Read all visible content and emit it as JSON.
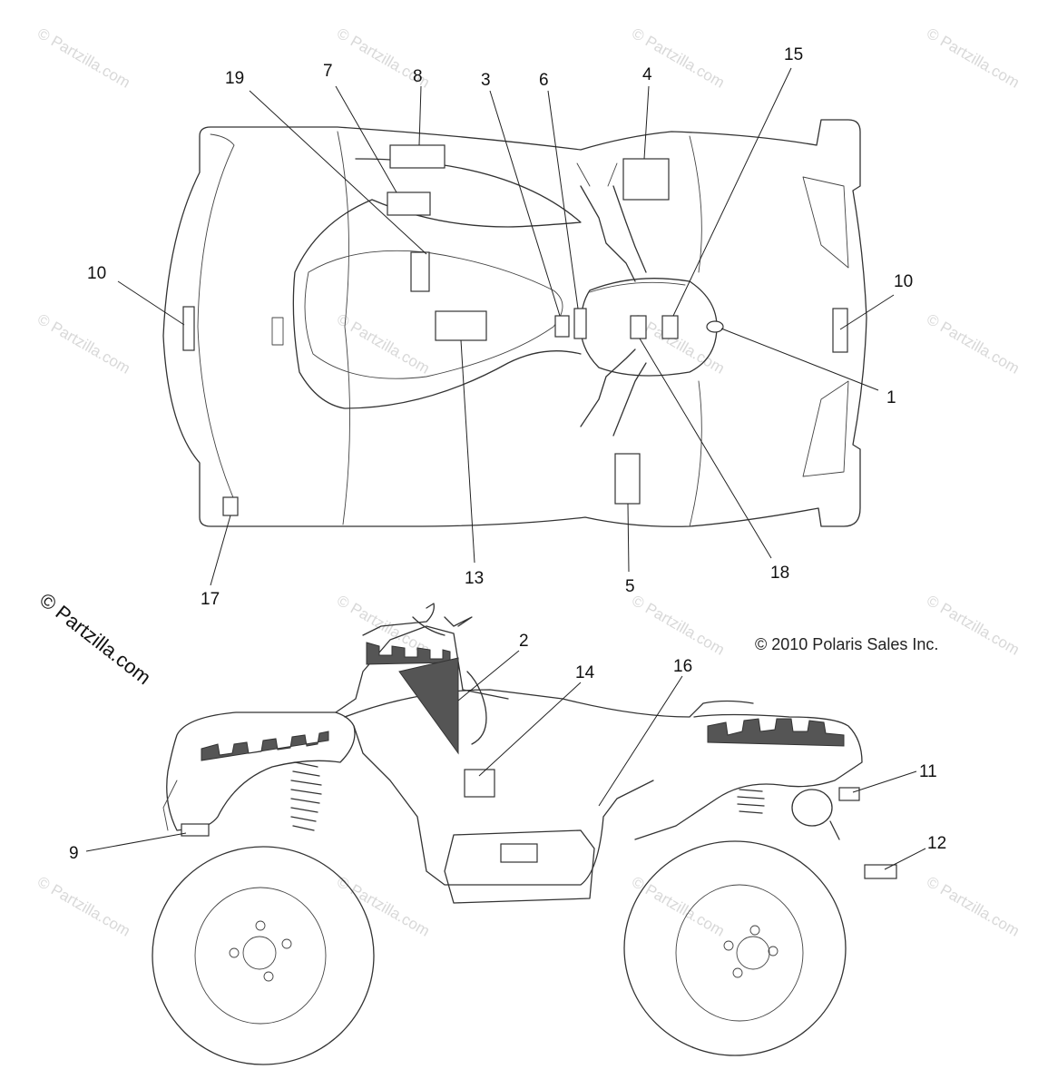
{
  "brand_watermark": "© Partzilla.com",
  "faint_watermark": "© Partzilla.com",
  "copyright": "© 2010 Polaris Sales Inc.",
  "callouts": {
    "top": [
      "19",
      "7",
      "8",
      "3",
      "6",
      "4",
      "15",
      "10",
      "10",
      "1",
      "17",
      "13",
      "5",
      "18"
    ],
    "side": [
      "2",
      "14",
      "16",
      "11",
      "9",
      "12"
    ]
  }
}
